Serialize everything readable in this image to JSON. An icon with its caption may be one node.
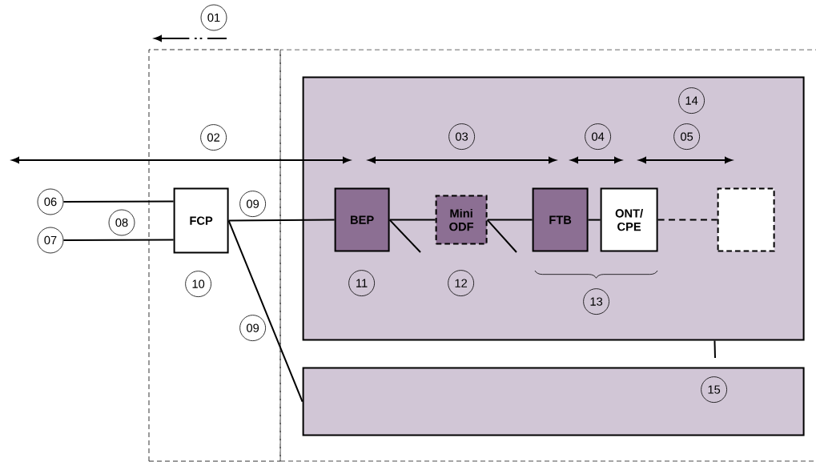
{
  "diagram": {
    "nodes": [
      {
        "text": [],
        "shape": "box"
      },
      {
        "text": [],
        "shape": "box"
      },
      {
        "text": [],
        "shape": "box",
        "in": 1
      },
      {
        "text": [],
        "shape": "box",
        "in": 1
      },
      {
        "text": [
          "FCP"
        ],
        "in": 0
      },
      {
        "text": [
          "BEP"
        ],
        "in": 2
      },
      {
        "text": [
          "Mini ODF"
        ],
        "in": 2
      },
      {
        "text": [
          "FTB"
        ],
        "in": 2
      },
      {
        "text": [
          "ONT/ CPE"
        ],
        "in": 2
      },
      {
        "text": [],
        "shape": "box",
        "in": 2
      },
      {
        "text": [
          "06"
        ]
      },
      {
        "text": [
          "07"
        ]
      },
      {
        "text": [
          "01"
        ]
      },
      {
        "text": [
          "14"
        ],
        "in": 2
      },
      {
        "text": [
          "02"
        ],
        "in": 0
      },
      {
        "text": [
          "03"
        ],
        "in": 2
      },
      {
        "text": [
          "04"
        ],
        "in": 2
      },
      {
        "text": [
          "05"
        ],
        "in": 2
      },
      {
        "text": [
          "09"
        ],
        "in": 0
      },
      {
        "text": [
          "08"
        ]
      },
      {
        "text": [
          "10"
        ],
        "in": 0
      },
      {
        "text": [
          "11"
        ],
        "in": 2
      },
      {
        "text": [
          "12"
        ],
        "in": 2
      },
      {
        "text": [
          "13"
        ],
        "in": 2
      },
      {
        "text": [
          "09"
        ],
        "in": 0
      },
      {
        "text": [
          "15"
        ],
        "in": 3
      }
    ],
    "edges": [
      {
        "from": 10,
        "to": 4,
        "arrow": "none"
      },
      {
        "from": 11,
        "to": 4,
        "arrow": "none"
      },
      {
        "from": 4,
        "to": 5,
        "arrow": "none"
      },
      {
        "from": 4,
        "to": 3,
        "arrow": "none"
      },
      {
        "from": 5,
        "to": 6,
        "arrow": "none"
      },
      {
        "from": 6,
        "to": 7,
        "arrow": "none"
      },
      {
        "from": 7,
        "to": 8,
        "arrow": "none"
      },
      {
        "from": 8,
        "to": 9,
        "arrow": "none",
        "style": "dashed"
      },
      {
        "from": 5,
        "to": null,
        "arrow": "none"
      },
      {
        "from": 6,
        "to": null,
        "arrow": "none"
      },
      {
        "from": 2,
        "to": null,
        "arrow": "none"
      }
    ]
  }
}
